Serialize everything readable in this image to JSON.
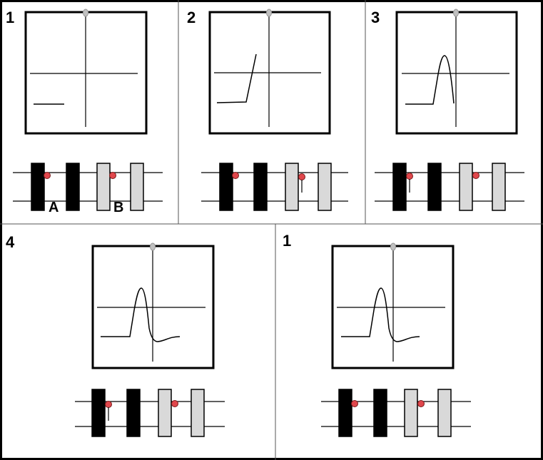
{
  "panels": [
    {
      "number": "1",
      "trace": "resting",
      "electrodes": [
        "A",
        "B"
      ]
    },
    {
      "number": "2",
      "trace": "rising"
    },
    {
      "number": "3",
      "trace": "peak"
    },
    {
      "number": "4",
      "trace": "full"
    },
    {
      "number": "1",
      "trace": "full"
    }
  ],
  "electrode_labels": {
    "a": "A",
    "b": "B"
  },
  "colors": {
    "frame": "#000000",
    "active_segment": "#000000",
    "inactive_segment": "#d9d9d9",
    "electrode": "#e0474c",
    "pin": "#c0c0c0"
  }
}
